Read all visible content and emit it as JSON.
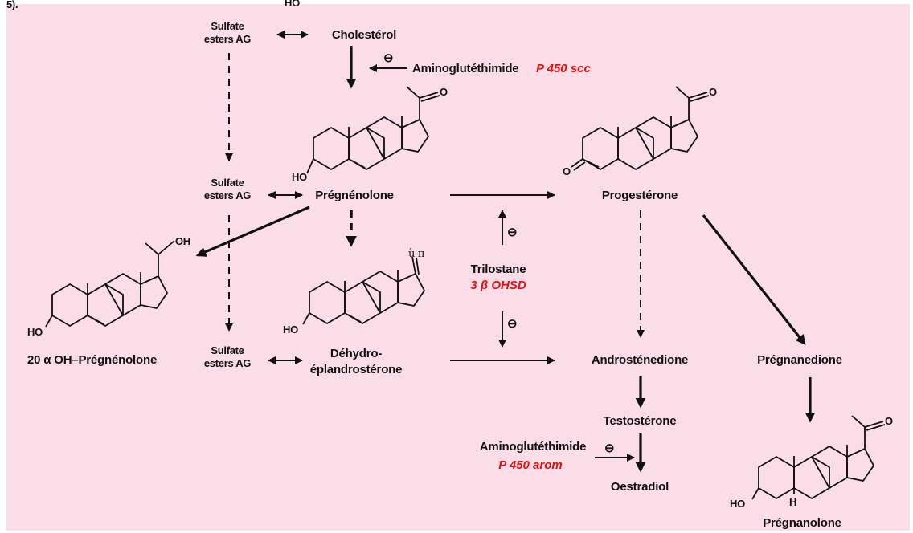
{
  "header": {
    "fragment_left": "5).",
    "fragment_top": "HO"
  },
  "nodes": {
    "sulfate1": [
      "Sulfate",
      "esters AG"
    ],
    "cholesterol": "Cholestérol",
    "sulfate2": [
      "Sulfate",
      "esters AG"
    ],
    "pregnenolone": "Prégnénolone",
    "progesterone": "Progestérone",
    "oh_pregnenolone": "20 α OH–Prégnénolone",
    "sulfate3": [
      "Sulfate",
      "esters AG"
    ],
    "dhea": [
      "Déhydro-",
      "éplandrostérone"
    ],
    "androstenedione": "Androsténedione",
    "pregnanedione": "Prégnanedione",
    "testosterone": "Testostérone",
    "oestradiol": "Oestradiol",
    "pregnanolone": "Prégnanolone"
  },
  "inhibitors": {
    "aminoglutethimide_top": {
      "name": "Aminoglutéthimide",
      "enzyme": "P 450 scc"
    },
    "trilostane": {
      "name": "Trilostane",
      "enzyme": "3 β OHSD"
    },
    "aminoglutethimide_bottom": {
      "name": "Aminoglutéthimide",
      "enzyme": "P 450 arom"
    },
    "inhibit_symbol": "⊖"
  },
  "atom_labels": {
    "ho": "HO",
    "o": "O",
    "oh": "OH",
    "h": "H",
    "dhea_group": "ù π"
  },
  "colors": {
    "background": "#fbdde8",
    "enzyme": "#e01010",
    "ink": "#111111"
  }
}
